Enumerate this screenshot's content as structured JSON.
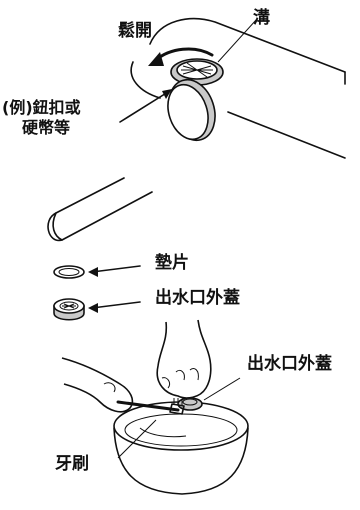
{
  "labels": {
    "groove": "溝",
    "loosen": "鬆開",
    "example_line1": "(例)鈕扣或",
    "example_line2": "硬幣等",
    "gasket": "墊片",
    "aerator_cap_upper": "出水口外蓋",
    "aerator_cap_lower": "出水口外蓋",
    "toothbrush": "牙刷"
  }
}
